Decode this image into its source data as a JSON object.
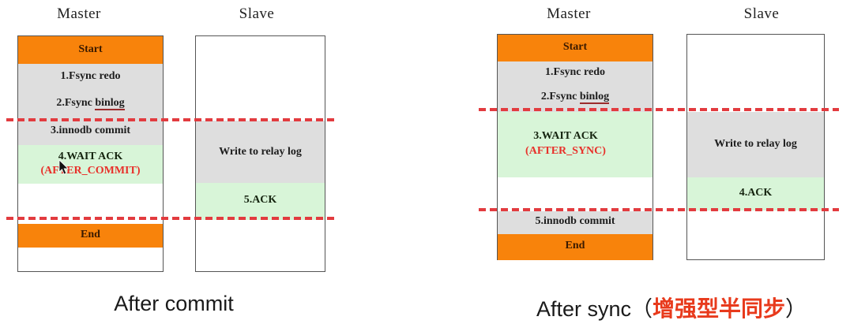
{
  "colors": {
    "orange": "#f8830b",
    "gray": "#dedede",
    "green": "#d8f5d8",
    "dash_red": "#e23b3f",
    "label_red": "#e8302a",
    "caption_red": "#e83a1c",
    "text_dark": "#1d1d1d"
  },
  "after_commit": {
    "master_title": "Master",
    "slave_title": "Slave",
    "caption": "After commit",
    "master": {
      "start_label": "Start",
      "step_fsync_redo": "1.Fsync redo",
      "step_fsync_binlog_prefix": "2.Fsync ",
      "step_fsync_binlog_word": "binlog",
      "step_innodb_commit": "3.innodb commit",
      "step_wait_ack": "4.WAIT ACK",
      "step_wait_ack_mode": "(AFTER_COMMIT)",
      "end_label": "End"
    },
    "slave": {
      "write_relay_log": "Write to relay log",
      "ack": "5.ACK"
    }
  },
  "after_sync": {
    "master_title": "Master",
    "slave_title": "Slave",
    "caption_prefix": "After sync（",
    "caption_highlight": "增强型半同步",
    "caption_suffix": "）",
    "master": {
      "start_label": "Start",
      "step_fsync_redo": "1.Fsync redo",
      "step_fsync_binlog_prefix": "2.Fsync ",
      "step_fsync_binlog_word": "binlog",
      "step_wait_ack": "3.WAIT ACK",
      "step_wait_ack_mode": "(AFTER_SYNC)",
      "step_innodb_commit": "5.innodb commit",
      "end_label": "End"
    },
    "slave": {
      "write_relay_log": "Write to relay log",
      "ack": "4.ACK"
    }
  }
}
